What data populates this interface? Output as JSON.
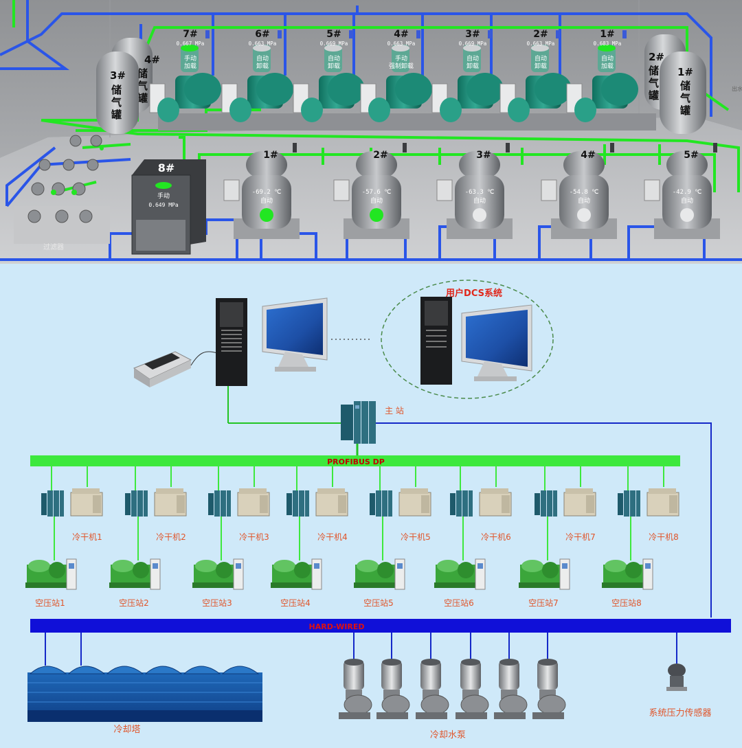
{
  "plant": {
    "compressors": [
      {
        "id": "7#",
        "pressure": "0.667 MPa",
        "mode_line1": "手动",
        "mode_line2": "加载",
        "indicator": "green"
      },
      {
        "id": "6#",
        "pressure": "0.663 MPa",
        "mode_line1": "自动",
        "mode_line2": "卸载",
        "indicator": "white"
      },
      {
        "id": "5#",
        "pressure": "0.669 MPa",
        "mode_line1": "自动",
        "mode_line2": "卸载",
        "indicator": "white"
      },
      {
        "id": "4#",
        "pressure": "0.663 MPa",
        "mode_line1": "手动",
        "mode_line2": "强制卸载",
        "indicator": "white"
      },
      {
        "id": "3#",
        "pressure": "0.669 MPa",
        "mode_line1": "自动",
        "mode_line2": "卸载",
        "indicator": "white"
      },
      {
        "id": "2#",
        "pressure": "0.663 MPa",
        "mode_line1": "自动",
        "mode_line2": "卸载",
        "indicator": "white"
      },
      {
        "id": "1#",
        "pressure": "0.683 MPa",
        "mode_line1": "自动",
        "mode_line2": "加载",
        "indicator": "green"
      }
    ],
    "tanks": [
      {
        "id": "4#",
        "line1": "储",
        "line2": "气",
        "line3": "罐"
      },
      {
        "id": "3#",
        "line1": "储",
        "line2": "气",
        "line3": "罐"
      },
      {
        "id": "2#",
        "line1": "储",
        "line2": "气",
        "line3": "罐"
      },
      {
        "id": "1#",
        "line1": "储",
        "line2": "气",
        "line3": "罐"
      }
    ],
    "unit8": {
      "id": "8#",
      "mode": "手动",
      "pressure": "0.649 MPa",
      "indicator": "green"
    },
    "dryers": [
      {
        "id": "1#",
        "temp": "-69.2 ℃",
        "mode": "自动",
        "indicator": "green"
      },
      {
        "id": "2#",
        "temp": "-57.6 ℃",
        "mode": "自动",
        "indicator": "green"
      },
      {
        "id": "3#",
        "temp": "-63.3 ℃",
        "mode": "自动",
        "indicator": "white"
      },
      {
        "id": "4#",
        "temp": "-54.8 ℃",
        "mode": "自动",
        "indicator": "white"
      },
      {
        "id": "5#",
        "temp": "-42.9 ℃",
        "mode": "自动",
        "indicator": "white"
      }
    ],
    "filter_label": "过滤器",
    "outlet_label": "出水"
  },
  "network": {
    "dcs_label": "用户DCS系统",
    "master_label": "主 站",
    "bus_label": "PROFIBUS DP",
    "hardwired_label": "HARD-WIRED",
    "dryer_labels": [
      "冷干机1",
      "冷干机2",
      "冷干机3",
      "冷干机4",
      "冷干机5",
      "冷干机6",
      "冷干机7",
      "冷干机8"
    ],
    "station_labels": [
      "空压站1",
      "空压站2",
      "空压站3",
      "空压站4",
      "空压站5",
      "空压站6",
      "空压站7",
      "空压站8"
    ],
    "tower_label": "冷却塔",
    "pump_label": "冷却水泵",
    "sensor_label": "系统压力传感器"
  },
  "colors": {
    "pipe_green": "#22e622",
    "pipe_blue": "#2a55e8",
    "bus_green": "#3de83d",
    "bus_blue": "#1010d8",
    "label_orange": "#e0552a",
    "wire_blue": "#1428c8"
  }
}
